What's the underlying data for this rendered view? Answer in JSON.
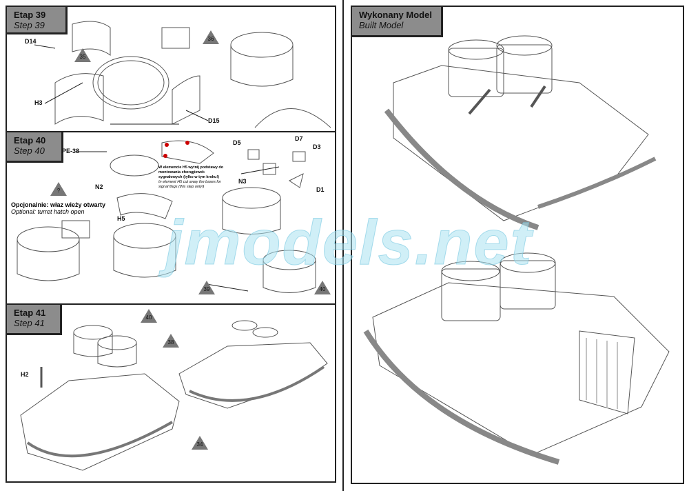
{
  "steps": [
    {
      "title": "Etap 39",
      "subtitle": "Step 39",
      "parts": [
        "D14",
        "H3",
        "D15"
      ],
      "refs": [
        "35",
        "36"
      ]
    },
    {
      "title": "Etap 40",
      "subtitle": "Step 40",
      "parts": [
        "PE-38",
        "N2",
        "H5",
        "D5",
        "D7",
        "D3",
        "N3",
        "D1"
      ],
      "refs": [
        "?",
        "39",
        "40"
      ],
      "note_pl": "W elemencie H5 wytnij podstawy do montowania chorągiewek sygnałowych (tylko w tym kroku!)",
      "note_en": "In element H5 cut away the bases for signal flags (this step only!)",
      "optional_pl": "Opcjonalnie: właz wieży otwarty",
      "optional_en": "Optional: turret hatch open"
    },
    {
      "title": "Etap 41",
      "subtitle": "Step 41",
      "parts": [
        "H2"
      ],
      "refs": [
        "40",
        "38",
        "34"
      ]
    }
  ],
  "built": {
    "title": "Wykonany Model",
    "subtitle": "Built Model"
  },
  "watermark": "jmodels.net"
}
